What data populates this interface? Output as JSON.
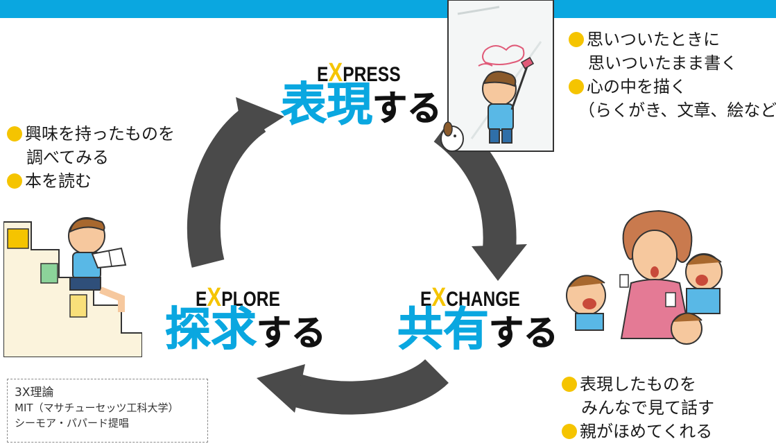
{
  "express": {
    "title_prefix": "E",
    "title_x": "X",
    "title_rest": "PRESS",
    "ja_main": "表現",
    "ja_suffix": "する",
    "bullets": [
      [
        "思いついたときに",
        "思いついたまま書く"
      ],
      [
        "心の中を描く",
        "（らくがき、文章、絵など）"
      ]
    ]
  },
  "explore": {
    "title_prefix": "E",
    "title_x": "X",
    "title_rest": "PLORE",
    "ja_main": "探求",
    "ja_suffix": "する",
    "bullets": [
      [
        "興味を持ったものを",
        "調べてみる"
      ],
      [
        "本を読む"
      ]
    ]
  },
  "exchange": {
    "title_prefix": "E",
    "title_x": "X",
    "title_rest": "CHANGE",
    "ja_main": "共有",
    "ja_suffix": "する",
    "bullets": [
      [
        "表現したものを",
        "みんなで見て話す"
      ],
      [
        "親がほめてくれる"
      ]
    ]
  },
  "credit": {
    "title": "3X理論",
    "line1": "MIT（マサチューセッツ工科大学）",
    "line2": "シーモア・パパード提唱"
  },
  "colors": {
    "header_bar": "#0aa7e0",
    "accent_blue": "#0aa7e0",
    "accent_yellow": "#f5c400",
    "arrow_gray": "#4a4a4a"
  },
  "icons": [
    "child-drawing-on-mirror-illustration",
    "child-reading-on-stairs-illustration",
    "family-sharing-illustration"
  ]
}
